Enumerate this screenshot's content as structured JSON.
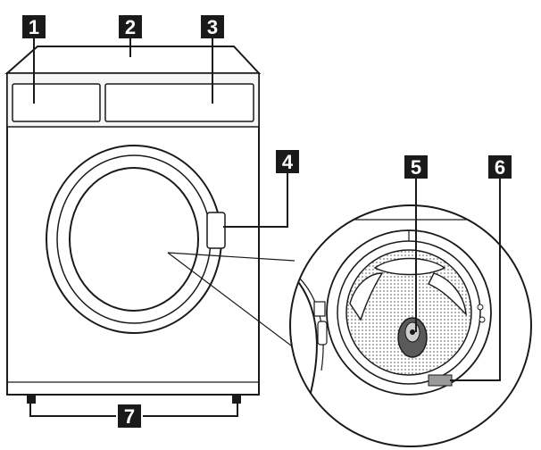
{
  "callouts": [
    {
      "id": "1",
      "label": "1"
    },
    {
      "id": "2",
      "label": "2"
    },
    {
      "id": "3",
      "label": "3"
    },
    {
      "id": "4",
      "label": "4"
    },
    {
      "id": "5",
      "label": "5"
    },
    {
      "id": "6",
      "label": "6"
    },
    {
      "id": "7",
      "label": "7"
    }
  ],
  "colors": {
    "ink": "#1a1a1a",
    "panel_fill": "#f3f3f3",
    "drum_mesh": "#8a8a8a",
    "background": "#ffffff"
  }
}
